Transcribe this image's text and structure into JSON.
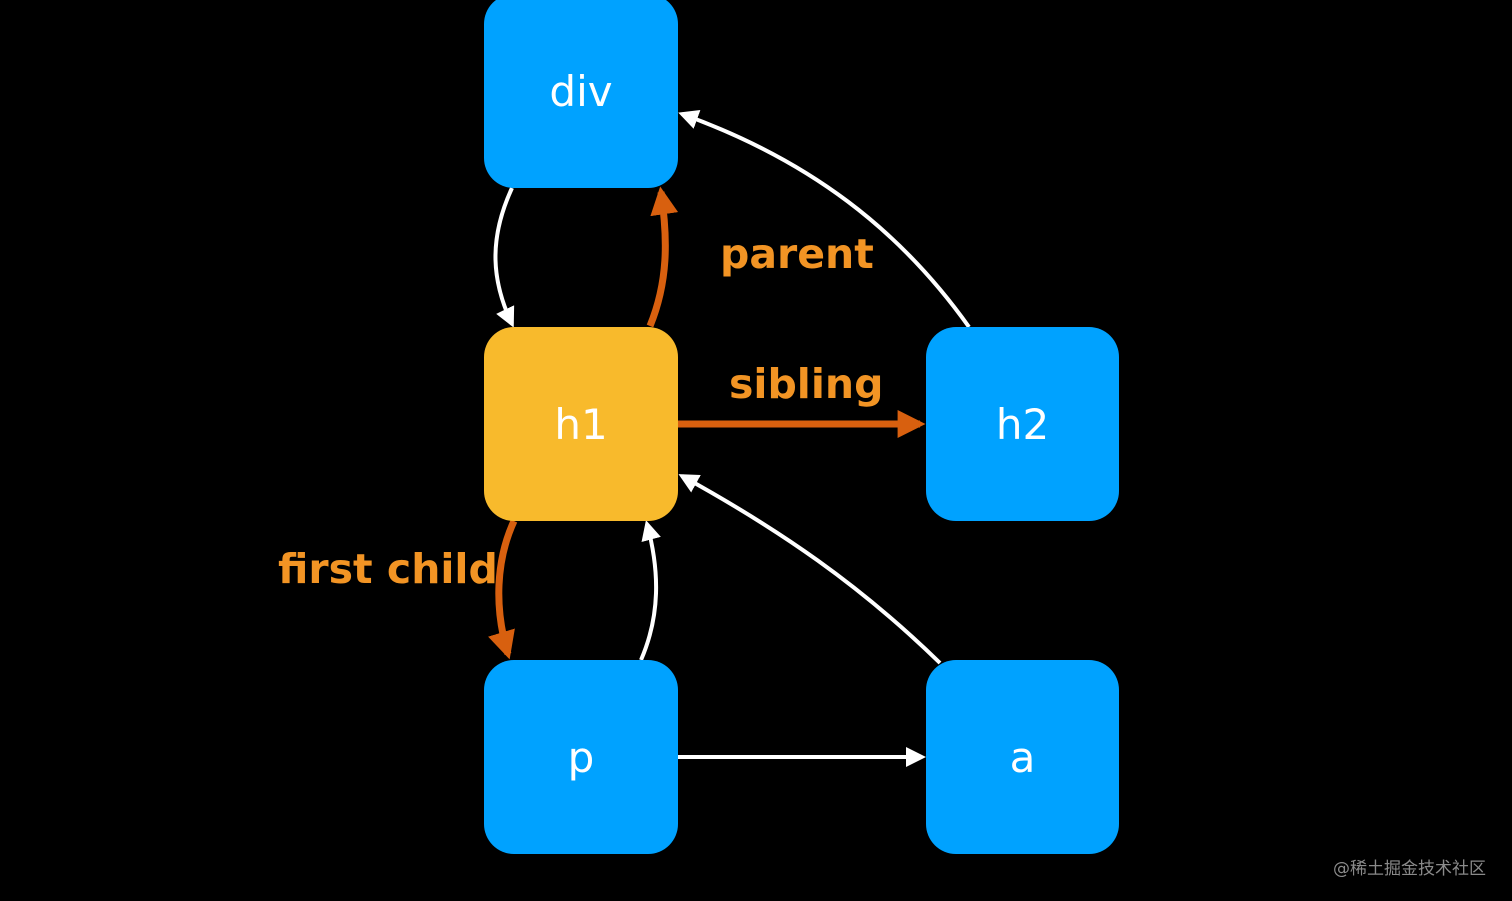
{
  "colors": {
    "background": "#000000",
    "node_default": "#00A2FF",
    "node_highlight": "#F8BA2C",
    "edge_highlight": "#D8600F",
    "edge_default": "#FFFFFF",
    "label": "#F29424"
  },
  "nodes": {
    "div": {
      "label": "div",
      "highlighted": false
    },
    "h1": {
      "label": "h1",
      "highlighted": true
    },
    "h2": {
      "label": "h2",
      "highlighted": false
    },
    "p": {
      "label": "p",
      "highlighted": false
    },
    "a": {
      "label": "a",
      "highlighted": false
    }
  },
  "edges": [
    {
      "from": "div",
      "to": "h1",
      "highlighted": false
    },
    {
      "from": "h1",
      "to": "div",
      "highlighted": true,
      "label": "parent"
    },
    {
      "from": "h1",
      "to": "h2",
      "highlighted": true,
      "label": "sibling"
    },
    {
      "from": "h2",
      "to": "div",
      "highlighted": false
    },
    {
      "from": "h1",
      "to": "p",
      "highlighted": true,
      "label": "first child"
    },
    {
      "from": "p",
      "to": "h1",
      "highlighted": false
    },
    {
      "from": "a",
      "to": "h1",
      "highlighted": false
    },
    {
      "from": "p",
      "to": "a",
      "highlighted": false
    }
  ],
  "labels": {
    "parent": "parent",
    "sibling": "sibling",
    "first_child": "first child"
  },
  "watermark": "@稀土掘金技术社区"
}
